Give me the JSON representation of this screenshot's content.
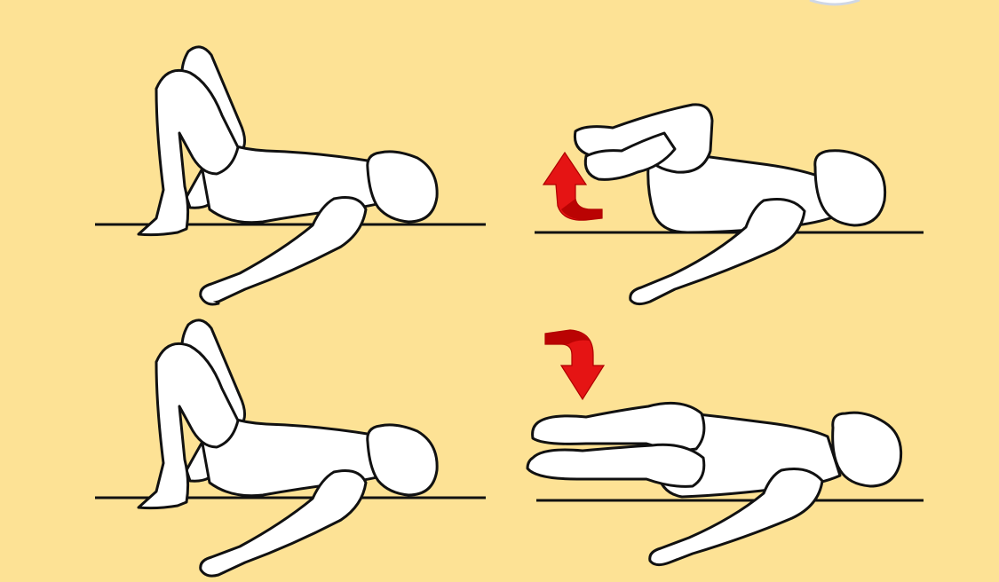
{
  "colors": {
    "background": "#fde295",
    "figure_fill": "#ffffff",
    "outline": "#111111",
    "arrow": "#e51414",
    "arrow_shade": "#b30000"
  },
  "panels": [
    {
      "pose": "bridge-hips-raised-knees-bent",
      "arrow": null
    },
    {
      "pose": "lying-legs-raised-toward-chest",
      "arrow": "curved-up-arrow-icon"
    },
    {
      "pose": "bridge-hips-raised-knees-bent",
      "arrow": null
    },
    {
      "pose": "lying-flat-legs-extended",
      "arrow": "curved-down-arrow-icon"
    }
  ]
}
